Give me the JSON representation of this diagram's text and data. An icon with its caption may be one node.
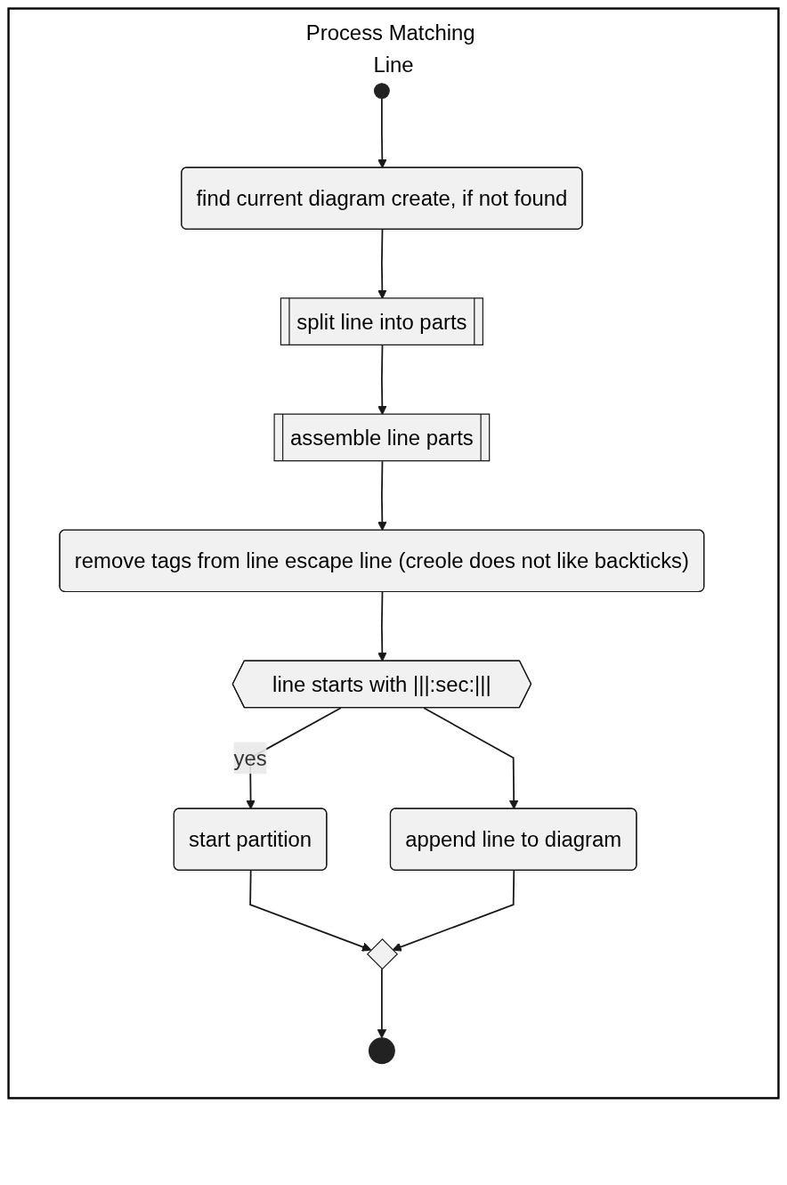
{
  "diagram": {
    "nodes": [
      {
        "text": [
          "Process Matching Line"
        ]
      },
      {
        "text": [],
        "shape": "circle",
        "in": 0
      },
      {
        "text": [
          "find current diagram create, if not found"
        ],
        "in": 0
      },
      {
        "text": [
          "split line into parts"
        ],
        "in": 0
      },
      {
        "text": [
          "assemble line parts"
        ],
        "in": 0
      },
      {
        "text": [
          "remove tags from line escape line (creole does not like backticks)"
        ],
        "in": 0
      },
      {
        "text": [
          "line starts with |||:sec:|||"
        ],
        "in": 0
      },
      {
        "text": [
          "start partition"
        ],
        "in": 0
      },
      {
        "text": [
          "append line to diagram"
        ],
        "in": 0
      },
      {
        "text": [],
        "shape": "diamond",
        "in": 0
      },
      {
        "text": [],
        "shape": "circle",
        "in": 0
      }
    ],
    "edges": [
      {
        "from": 1,
        "to": 2,
        "arrow": "to"
      },
      {
        "from": 2,
        "to": 3,
        "arrow": "to"
      },
      {
        "from": 3,
        "to": 4,
        "arrow": "to"
      },
      {
        "from": 4,
        "to": 5,
        "arrow": "to"
      },
      {
        "from": 5,
        "to": 6,
        "arrow": "to"
      },
      {
        "from": 6,
        "to": 7,
        "arrow": "to",
        "label": "yes"
      },
      {
        "from": 6,
        "to": 8,
        "arrow": "to"
      },
      {
        "from": 7,
        "to": 9,
        "arrow": "to"
      },
      {
        "from": 8,
        "to": 9,
        "arrow": "to"
      },
      {
        "from": 9,
        "to": 10,
        "arrow": "to"
      }
    ]
  }
}
